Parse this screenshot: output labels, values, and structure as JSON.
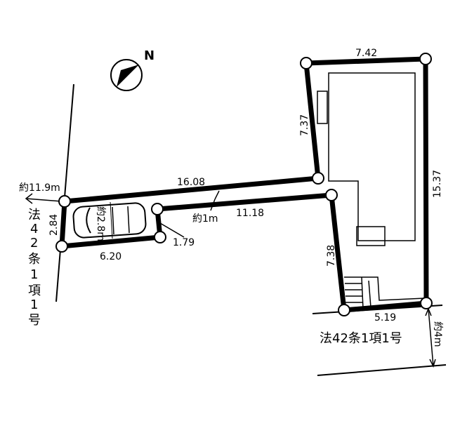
{
  "compass": {
    "label": "N"
  },
  "dimensions": {
    "frontage_left_road": "約11.9m",
    "top_long": "16.08",
    "passage_width": "約1m",
    "inner_long": "11.18",
    "parking_right": "1.79",
    "parking_bottom": "6.20",
    "parking_left": "2.84",
    "parking_car_width": "約2.8m",
    "house_top": "7.42",
    "house_left_upper": "7.37",
    "house_right": "15.37",
    "house_left_lower": "7.38",
    "house_bottom": "5.19",
    "bottom_road_width": "約4m"
  },
  "roads": {
    "left_chars": [
      "法",
      "4",
      "2",
      "条",
      "1",
      "項",
      "1",
      "号"
    ],
    "bottom": "法42条1項1号"
  }
}
